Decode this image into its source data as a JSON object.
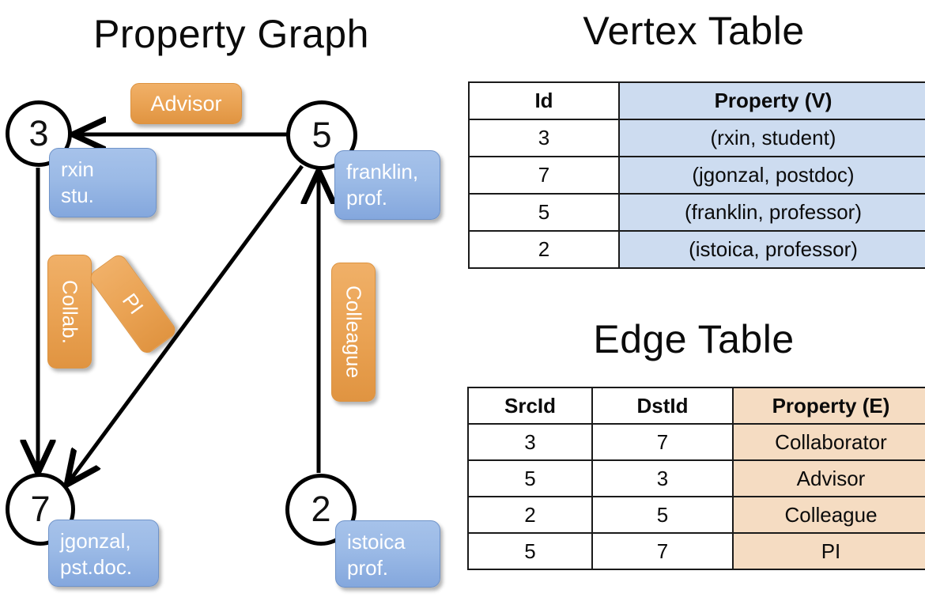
{
  "titles": {
    "property_graph": "Property Graph",
    "vertex_table": "Vertex Table",
    "edge_table": "Edge Table"
  },
  "graph": {
    "nodes": [
      {
        "id": "3",
        "label": "3",
        "property_line1": "rxin",
        "property_line2": "stu."
      },
      {
        "id": "5",
        "label": "5",
        "property_line1": "franklin,",
        "property_line2": "prof."
      },
      {
        "id": "7",
        "label": "7",
        "property_line1": "jgonzal,",
        "property_line2": "pst.doc."
      },
      {
        "id": "2",
        "label": "2",
        "property_line1": "istoica",
        "property_line2": "prof."
      }
    ],
    "edge_labels": [
      {
        "key": "advisor",
        "text": "Advisor",
        "from": "5",
        "to": "3"
      },
      {
        "key": "collab",
        "text": "Collab.",
        "from": "3",
        "to": "7"
      },
      {
        "key": "pi",
        "text": "PI",
        "from": "5",
        "to": "7"
      },
      {
        "key": "colleague",
        "text": "Colleague",
        "from": "2",
        "to": "5"
      }
    ]
  },
  "vertex_table": {
    "headers": [
      "Id",
      "Property (V)"
    ],
    "rows": [
      {
        "id": "3",
        "property": "(rxin, student)"
      },
      {
        "id": "7",
        "property": "(jgonzal, postdoc)"
      },
      {
        "id": "5",
        "property": "(franklin, professor)"
      },
      {
        "id": "2",
        "property": "(istoica, professor)"
      }
    ]
  },
  "edge_table": {
    "headers": [
      "SrcId",
      "DstId",
      "Property (E)"
    ],
    "rows": [
      {
        "src": "3",
        "dst": "7",
        "property": "Collaborator"
      },
      {
        "src": "5",
        "dst": "3",
        "property": "Advisor"
      },
      {
        "src": "2",
        "dst": "5",
        "property": "Colleague"
      },
      {
        "src": "5",
        "dst": "7",
        "property": "PI"
      }
    ]
  },
  "colors": {
    "vertex_property_fill": "#cddcf0",
    "edge_property_fill": "#f5dcc2",
    "node_box_blue": "#9bbae6",
    "edge_label_orange": "#eaa354",
    "stroke": "#000000",
    "background": "#ffffff"
  }
}
